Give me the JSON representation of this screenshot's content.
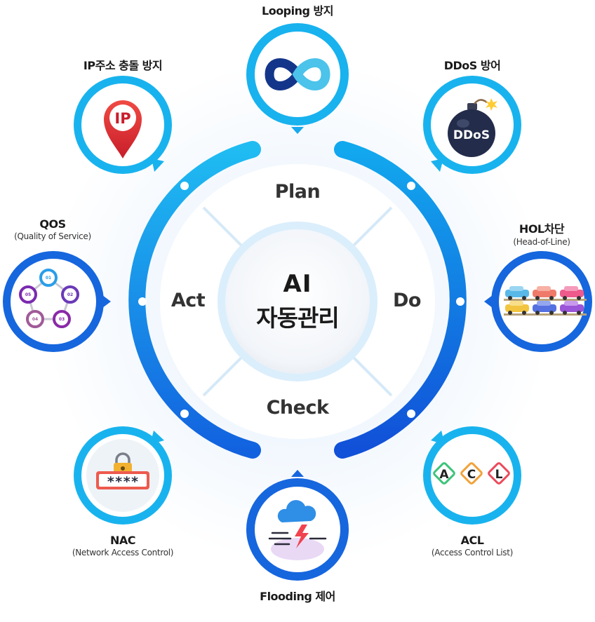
{
  "center": {
    "line1": "AI",
    "line2": "자동관리"
  },
  "phases": {
    "plan": "Plan",
    "do": "Do",
    "check": "Check",
    "act": "Act"
  },
  "features": {
    "looping": {
      "title": "Looping 방지"
    },
    "ddos": {
      "title": "DDoS 방어",
      "icon_text": "DDoS"
    },
    "hol": {
      "title": "HOL차단",
      "subtitle": "(Head-of-Line)"
    },
    "acl": {
      "title": "ACL",
      "subtitle": "(Access Control List)",
      "letters": [
        "A",
        "C",
        "L"
      ]
    },
    "flooding": {
      "title": "Flooding 제어"
    },
    "nac": {
      "title": "NAC",
      "subtitle": "(Network Access Control)",
      "icon_text": "****"
    },
    "qos": {
      "title": "QOS",
      "subtitle": "(Quality of Service)",
      "steps": [
        "01",
        "02",
        "03",
        "04",
        "05"
      ]
    },
    "ip": {
      "title": "IP주소 충돌 방지",
      "icon_text": "IP"
    }
  },
  "colors": {
    "ring_light": "#1fb8f0",
    "ring_dark": "#1466e0",
    "circle_light": "#18b3ee",
    "circle_dark": "#1660dc",
    "text": "#1a1a1a"
  }
}
